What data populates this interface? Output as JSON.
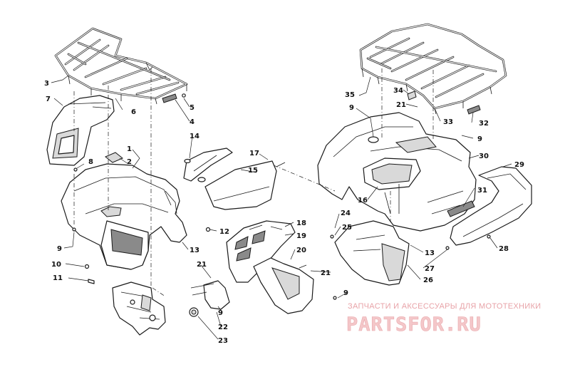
{
  "diagram": {
    "callouts": [
      {
        "id": "c3",
        "text": "3"
      },
      {
        "id": "c7",
        "text": "7"
      },
      {
        "id": "c6",
        "text": "6"
      },
      {
        "id": "c5",
        "text": "5"
      },
      {
        "id": "c4",
        "text": "4"
      },
      {
        "id": "c14",
        "text": "14"
      },
      {
        "id": "c1",
        "text": "1"
      },
      {
        "id": "c2",
        "text": "2"
      },
      {
        "id": "c8",
        "text": "8"
      },
      {
        "id": "c9a",
        "text": "9"
      },
      {
        "id": "c10",
        "text": "10"
      },
      {
        "id": "c11",
        "text": "11"
      },
      {
        "id": "c12",
        "text": "12"
      },
      {
        "id": "c13a",
        "text": "13"
      },
      {
        "id": "c15",
        "text": "15"
      },
      {
        "id": "c17",
        "text": "17"
      },
      {
        "id": "c35",
        "text": "35"
      },
      {
        "id": "c9b",
        "text": "9"
      },
      {
        "id": "c34",
        "text": "34"
      },
      {
        "id": "c21a",
        "text": "21"
      },
      {
        "id": "c33",
        "text": "33"
      },
      {
        "id": "c32",
        "text": "32"
      },
      {
        "id": "c9c",
        "text": "9"
      },
      {
        "id": "c30",
        "text": "30"
      },
      {
        "id": "c29",
        "text": "29"
      },
      {
        "id": "c16",
        "text": "16"
      },
      {
        "id": "c31",
        "text": "31"
      },
      {
        "id": "c24",
        "text": "24"
      },
      {
        "id": "c25",
        "text": "25"
      },
      {
        "id": "c18",
        "text": "18"
      },
      {
        "id": "c19",
        "text": "19"
      },
      {
        "id": "c20",
        "text": "20"
      },
      {
        "id": "c13b",
        "text": "13"
      },
      {
        "id": "c28",
        "text": "28"
      },
      {
        "id": "c27",
        "text": "27"
      },
      {
        "id": "c21b",
        "text": "21"
      },
      {
        "id": "c26",
        "text": "26"
      },
      {
        "id": "c21c",
        "text": "21"
      },
      {
        "id": "c9d",
        "text": "9"
      },
      {
        "id": "c9e",
        "text": "9"
      },
      {
        "id": "c22",
        "text": "22"
      },
      {
        "id": "c23",
        "text": "23"
      }
    ]
  },
  "watermark": {
    "tagline": "ЗАПЧАСТИ И АКСЕССУАРЫ ДЛЯ МОТОТЕХНИКИ",
    "brand": "PARTSFOR.RU"
  },
  "colors": {
    "line": "#1a1a1a",
    "watermark": "#e8a3a8"
  }
}
